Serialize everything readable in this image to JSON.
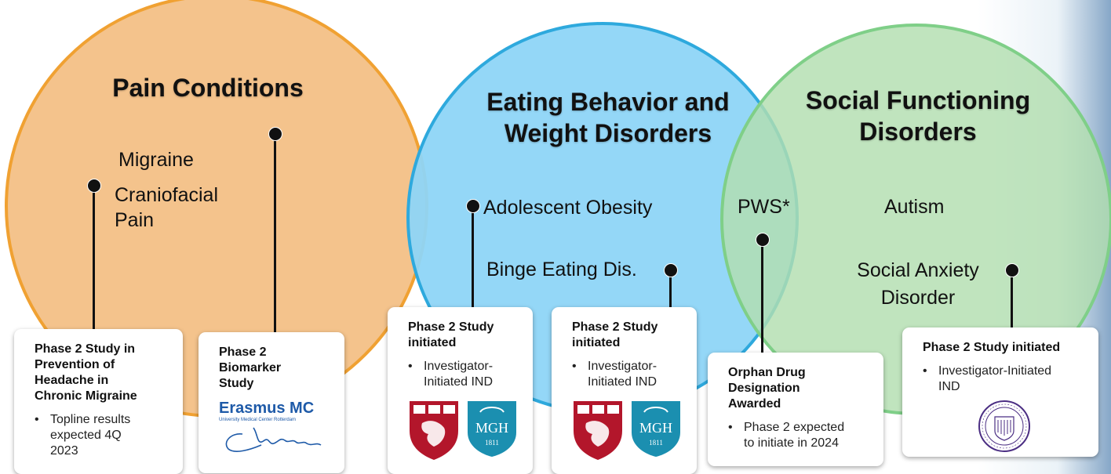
{
  "circles": {
    "pain": {
      "heading": "Pain Conditions",
      "items": [
        "Migraine",
        "Craniofacial\nPain"
      ]
    },
    "eating": {
      "heading": "Eating Behavior and\nWeight Disorders",
      "items": [
        "Adolescent Obesity",
        "Binge Eating Dis."
      ]
    },
    "social": {
      "heading": "Social Functioning\nDisorders",
      "overlap_item": "PWS*",
      "items": [
        "Autism",
        "Social Anxiety\nDisorder"
      ]
    }
  },
  "cards": {
    "migraine": {
      "title": "Phase 2 Study in\nPrevention of\nHeadache in\nChronic Migraine",
      "bullet": "Topline results\nexpected 4Q\n2023"
    },
    "biomarker": {
      "title": "Phase 2\nBiomarker\nStudy",
      "logo": {
        "name": "Erasmus MC",
        "subtitle": "University Medical Center Rotterdam"
      }
    },
    "obesity": {
      "title": "Phase 2 Study\ninitiated",
      "bullet": "Investigator-\nInitiated IND",
      "logos": [
        "harvard-shield-icon",
        "mgh-shield-icon"
      ]
    },
    "binge": {
      "title": "Phase 2 Study\ninitiated",
      "bullet": "Investigator-\nInitiated IND",
      "logos": [
        "harvard-shield-icon",
        "mgh-shield-icon"
      ]
    },
    "pws": {
      "title": "Orphan Drug\nDesignation\nAwarded",
      "bullet": "Phase 2 expected\nto initiate  in 2024"
    },
    "anxiety": {
      "title": "Phase 2 Study initiated",
      "bullet": "Investigator-Initiated\nIND",
      "logo": "university-of-washington-seal-icon"
    }
  },
  "colors": {
    "pain_fill": "#f4c38c",
    "pain_border": "#f0a132",
    "eating_fill": "#8ed5f7",
    "eating_border": "#2ea9dd",
    "social_fill": "#b2deb0",
    "social_border": "#7fcf88"
  }
}
